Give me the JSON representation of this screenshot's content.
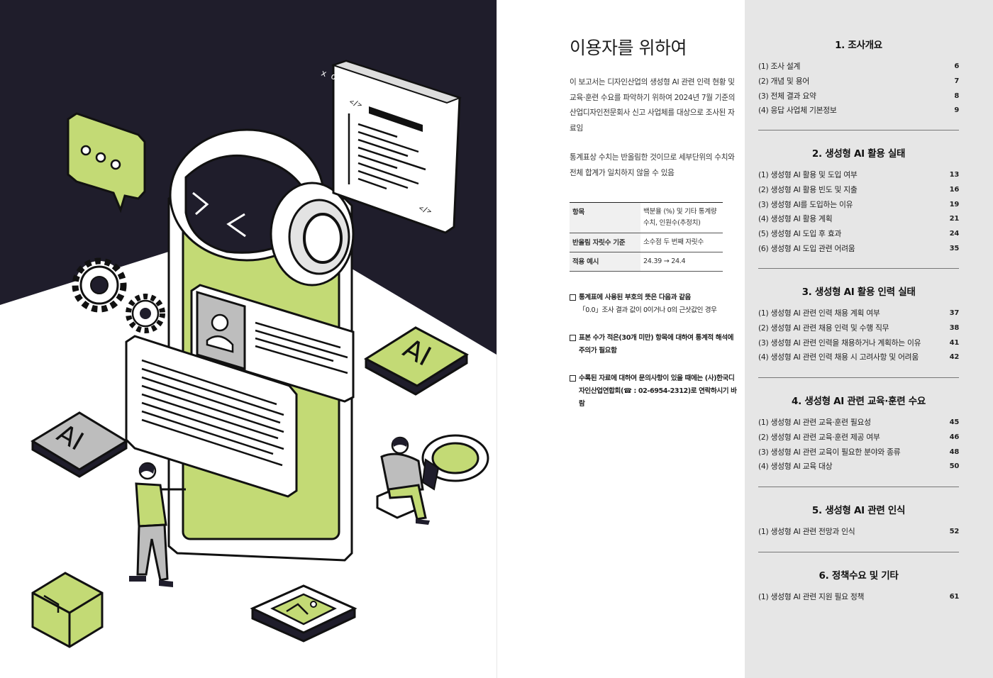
{
  "illustration": {
    "ai_label": "AI",
    "code_open": "</>",
    "code_close": "</>",
    "window_controls": "x o _"
  },
  "intro_page": {
    "title": "이용자를 위하여",
    "paragraph1": "이 보고서는 디자인산업의 생성형 AI 관련 인력 현황 및 교육·훈련 수요를 파악하기 위하여 2024년 7월 기준의 산업디자인전문회사 신고 사업체를 대상으로 조사된 자료임",
    "paragraph2": "통계표상 수치는 반올림한 것이므로 세부단위의 수치와 전체 합계가 일치하지 않을 수 있음",
    "rounding_table": [
      {
        "label": "항목",
        "value": "백분율 (%) 및 기타 통계량 수치, 인원수(추정치)"
      },
      {
        "label": "반올림 자릿수 기준",
        "value": "소수점 두 번째 자릿수"
      },
      {
        "label": "적용 예시",
        "value": "24.39 → 24.4"
      }
    ],
    "notes": [
      {
        "main": "통계표에 사용된 부호의 뜻은 다음과 같음",
        "sub": "「0.0」조사 결과 값이 0이거나 0의 근삿값인 경우"
      },
      {
        "main": "표본 수가 적은(30개 미만) 항목에 대하여 통계적 해석에 주의가 필요함",
        "sub": ""
      },
      {
        "main": "수록된 자료에 대하여 문의사항이 있을 때에는 (사)한국디자인산업연합회(☎ : 02-6954-2312)로 연락하시기 바람",
        "sub": ""
      }
    ]
  },
  "toc": {
    "sections": [
      {
        "title": "1. 조사개요",
        "items": [
          {
            "label": "(1) 조사 설계",
            "page": "6"
          },
          {
            "label": "(2) 개념 및 용어",
            "page": "7"
          },
          {
            "label": "(3) 전체 결과 요약",
            "page": "8"
          },
          {
            "label": "(4) 응답 사업체 기본정보",
            "page": "9"
          }
        ]
      },
      {
        "title": "2. 생성형 AI 활용 실태",
        "items": [
          {
            "label": "(1) 생성형 AI 활용 및 도입 여부",
            "page": "13"
          },
          {
            "label": "(2) 생성형 AI 활용 빈도 및 지출",
            "page": "16"
          },
          {
            "label": "(3) 생성형 AI를 도입하는 이유",
            "page": "19"
          },
          {
            "label": "(4) 생성형 AI 활용 계획",
            "page": "21"
          },
          {
            "label": "(5) 생성형 AI 도입 후 효과",
            "page": "24"
          },
          {
            "label": "(6) 생성형 AI 도입 관련 어려움",
            "page": "35"
          }
        ]
      },
      {
        "title": "3. 생성형 AI 활용 인력 실태",
        "items": [
          {
            "label": "(1) 생성형 AI 관련 인력 채용 계획 여부",
            "page": "37"
          },
          {
            "label": "(2) 생성형 AI 관련 채용 인력 및 수행 직무",
            "page": "38"
          },
          {
            "label": "(3) 생성형 AI 관련 인력을 채용하거나 계획하는 이유",
            "page": "41"
          },
          {
            "label": "(4) 생성형 AI 관련 인력 채용 시 고려사항 및 어려움",
            "page": "42"
          }
        ]
      },
      {
        "title": "4. 생성형 AI 관련 교육·훈련 수요",
        "items": [
          {
            "label": "(1) 생성형 AI 관련 교육·훈련 필요성",
            "page": "45"
          },
          {
            "label": "(2) 생성형 AI 관련 교육·훈련 제공 여부",
            "page": "46"
          },
          {
            "label": "(3) 생성형 AI 관련 교육이 필요한 분야와 종류",
            "page": "48"
          },
          {
            "label": "(4) 생성형 AI 교육 대상",
            "page": "50"
          }
        ]
      },
      {
        "title": "5. 생성형 AI 관련 인식",
        "items": [
          {
            "label": "(1) 생성형 AI 관련 전망과 인식",
            "page": "52"
          }
        ]
      },
      {
        "title": "6. 정책수요 및 기타",
        "items": [
          {
            "label": "(1) 생성형 AI 관련 지원 필요 정책",
            "page": "61"
          }
        ]
      }
    ]
  },
  "colors": {
    "accent_green": "#c3da75",
    "dark": "#1f1d2b",
    "toc_bg": "#e6e6e6"
  }
}
